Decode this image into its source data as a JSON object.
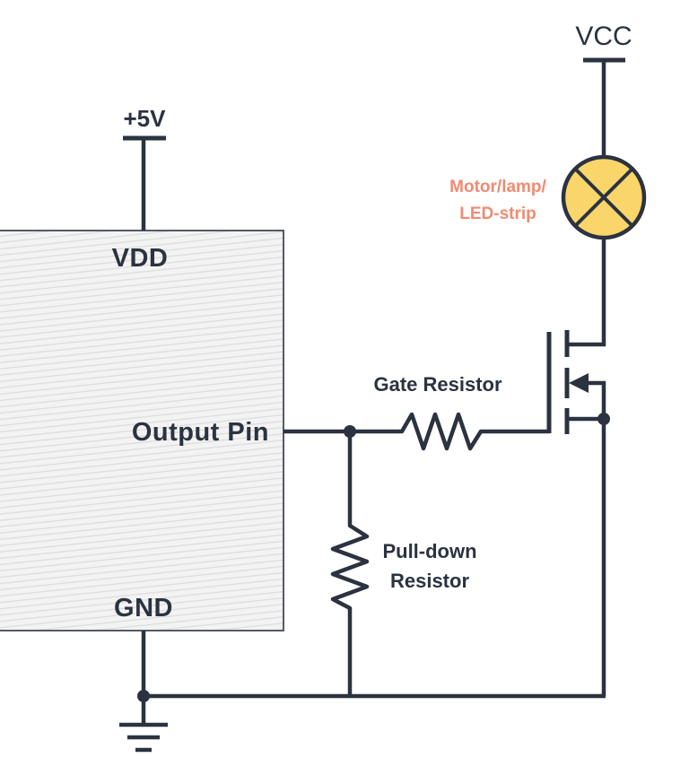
{
  "colors": {
    "wire": "#2b3240",
    "chip_fill": "#f3f3f3",
    "chip_hatch": "#dedede",
    "lamp_fill": "#fad56a",
    "load_label": "#f08a73"
  },
  "power": {
    "vcc_label": "VCC",
    "plus5v_label": "+5V"
  },
  "chip": {
    "vdd_label": "VDD",
    "output_label": "Output Pin",
    "gnd_label": "GND"
  },
  "load": {
    "line1": "Motor/lamp/",
    "line2": "LED-strip"
  },
  "resistors": {
    "gate_label": "Gate Resistor",
    "pulldown_line1": "Pull-down",
    "pulldown_line2": "Resistor"
  }
}
